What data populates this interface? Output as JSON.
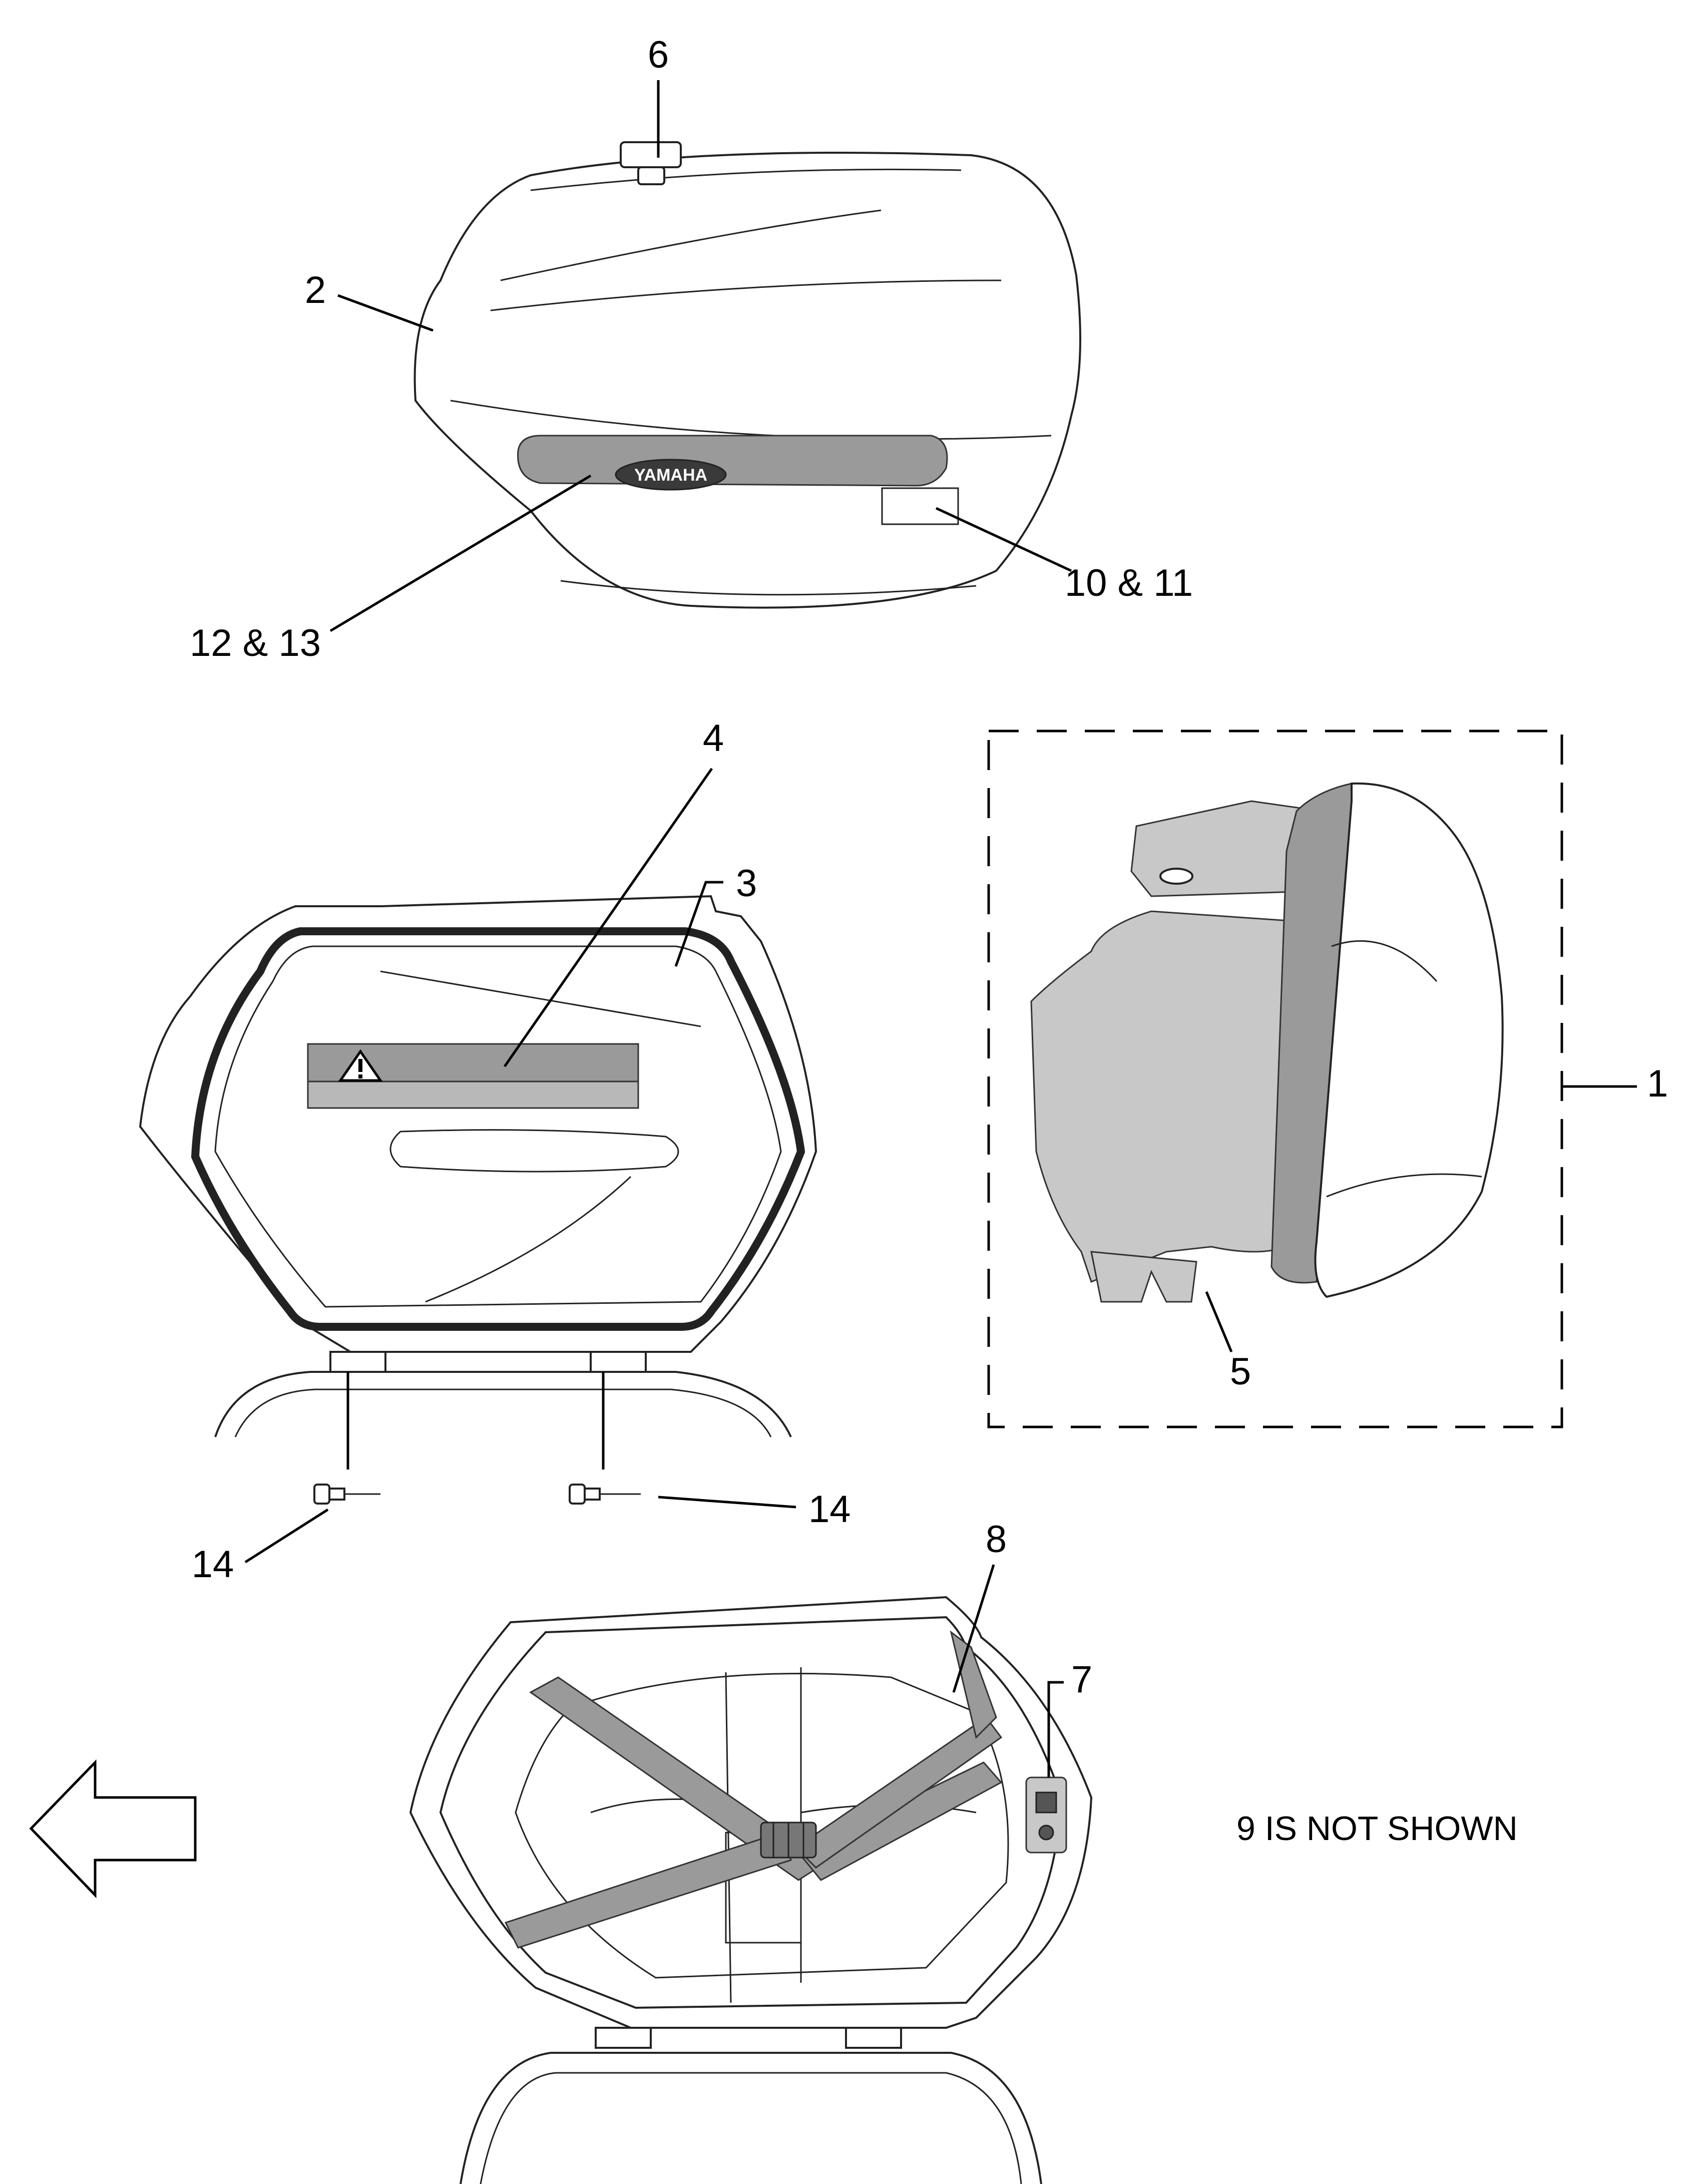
{
  "callouts": {
    "c1": "1",
    "c2": "2",
    "c3": "3",
    "c4": "4",
    "c5": "5",
    "c6": "6",
    "c7": "7",
    "c8": "8",
    "c10_11": "10 & 11",
    "c12_13": "12 & 13",
    "c14_right": "14",
    "c14_left": "14"
  },
  "notes": {
    "not_shown": "9 IS NOT SHOWN"
  },
  "brand": {
    "logo_text": "YAMAHA"
  },
  "icons": {
    "warning": "warning-triangle-icon",
    "direction": "left-arrow-icon"
  }
}
